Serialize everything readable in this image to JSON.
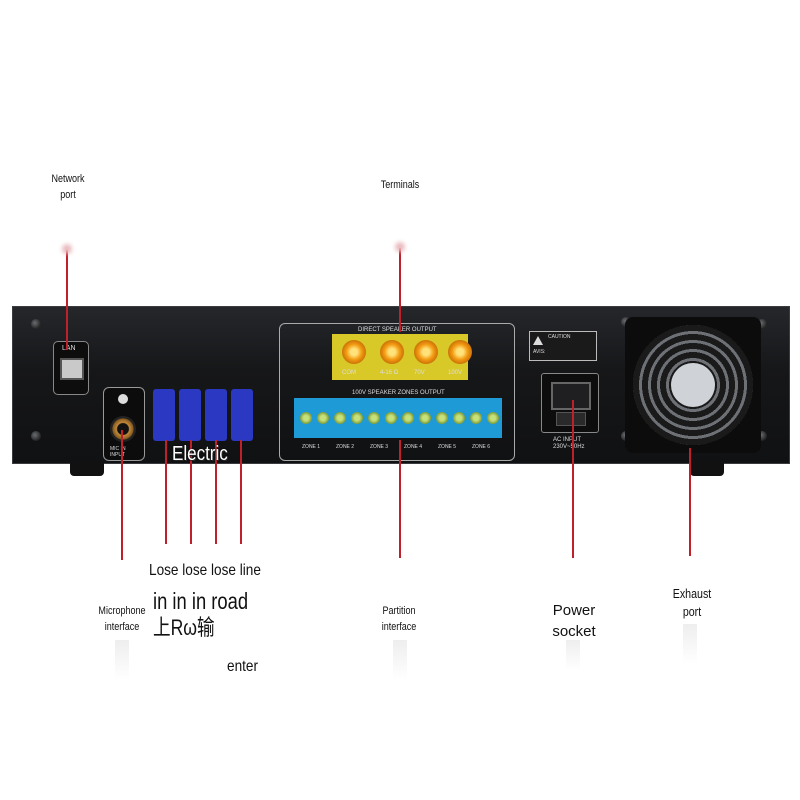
{
  "callouts": {
    "network_port": "Network\nport",
    "terminals": "Terminals",
    "electric": "Electric",
    "lose_line": "Lose lose lose line",
    "in_road": "in in in road",
    "garbled": "上Rω输",
    "enter": "enter",
    "microphone": "Microphone\ninterface",
    "partition": "Partition\ninterface",
    "power_socket": "Power\nsocket",
    "exhaust_port": "Exhaust\nport"
  },
  "panel": {
    "lan": "LAN",
    "mic_input": "MIC IN\nINPUT",
    "direct_output_title": "DIRECT SPEAKER OUTPUT",
    "terminal_labels": [
      "COM",
      "4-16 Ω",
      "70V",
      "100V"
    ],
    "zones_title": "100V SPEAKER ZONES OUTPUT",
    "zone_labels": [
      "ZONE 1",
      "ZONE 2",
      "ZONE 3",
      "ZONE 4",
      "ZONE 5",
      "ZONE 6"
    ],
    "caution": "CAUTION",
    "avis": "AVIS:",
    "ac_input": "AC INPUT\n230V~50Hz"
  },
  "colors": {
    "callout_line": "#c0202a",
    "panel": "#151618",
    "terminal_gold": "#f2a21a",
    "terminal_block": "#1f9ad6",
    "rca": "#3340c8"
  }
}
